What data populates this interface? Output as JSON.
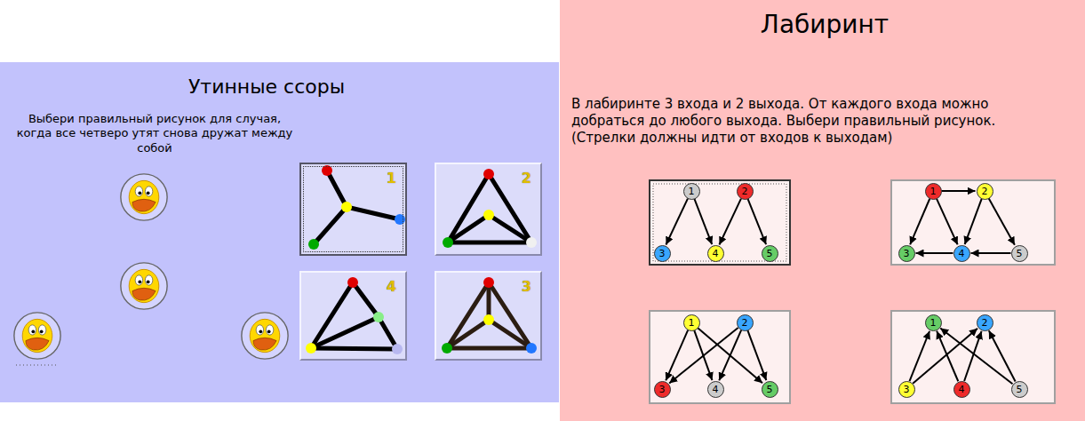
{
  "diagram": {
    "nodes": [
      {
        "text": [
          "1"
        ]
      },
      {
        "text": [
          "2"
        ]
      },
      {
        "text": [
          "4"
        ]
      },
      {
        "text": [
          "3"
        ]
      },
      {
        "text": [
          "1"
        ]
      },
      {
        "text": [
          "2"
        ]
      },
      {
        "text": [
          "3"
        ]
      },
      {
        "text": [
          "4"
        ]
      },
      {
        "text": [
          "5"
        ]
      },
      {
        "text": [
          "1"
        ]
      },
      {
        "text": [
          "2"
        ]
      },
      {
        "text": [
          "3"
        ]
      },
      {
        "text": [
          "4"
        ]
      },
      {
        "text": [
          "5"
        ]
      },
      {
        "text": [
          "1"
        ]
      },
      {
        "text": [
          "2"
        ]
      },
      {
        "text": [
          "3"
        ]
      },
      {
        "text": [
          "4"
        ]
      },
      {
        "text": [
          "5"
        ]
      },
      {
        "text": [
          "1"
        ]
      },
      {
        "text": [
          "2"
        ]
      },
      {
        "text": [
          "3"
        ]
      },
      {
        "text": [
          "4"
        ]
      },
      {
        "text": [
          "5"
        ]
      }
    ],
    "edges": [
      {
        "from": 4,
        "to": 6,
        "arrow": "to"
      },
      {
        "from": 4,
        "to": 7,
        "arrow": "to"
      },
      {
        "from": 5,
        "to": 7,
        "arrow": "to"
      },
      {
        "from": 5,
        "to": 8,
        "arrow": "to"
      },
      {
        "from": 9,
        "to": 10,
        "arrow": "to"
      },
      {
        "from": 9,
        "to": 11,
        "arrow": "to"
      },
      {
        "from": 9,
        "to": 12,
        "arrow": "to"
      },
      {
        "from": 10,
        "to": 12,
        "arrow": "to"
      },
      {
        "from": 10,
        "to": 13,
        "arrow": "to"
      },
      {
        "from": 12,
        "to": 11,
        "arrow": "to"
      },
      {
        "from": 13,
        "to": 12,
        "arrow": "to"
      },
      {
        "from": 14,
        "to": 16,
        "arrow": "to"
      },
      {
        "from": 14,
        "to": 17,
        "arrow": "to"
      },
      {
        "from": 14,
        "to": 18,
        "arrow": "to"
      },
      {
        "from": 15,
        "to": 16,
        "arrow": "to"
      },
      {
        "from": 15,
        "to": 17,
        "arrow": "to"
      },
      {
        "from": 15,
        "to": 18,
        "arrow": "to"
      },
      {
        "from": 21,
        "to": 19,
        "arrow": "to"
      },
      {
        "from": 21,
        "to": 20,
        "arrow": "to"
      },
      {
        "from": 22,
        "to": 19,
        "arrow": "to"
      },
      {
        "from": 22,
        "to": 20,
        "arrow": "to"
      },
      {
        "from": 23,
        "to": 19,
        "arrow": "to"
      },
      {
        "from": 23,
        "to": 20,
        "arrow": "to"
      }
    ],
    "labels": [
      "Утинные ссоры",
      "Выбери правильный рисунок для случая, когда все четверо утят снова дружат между собой",
      "Лабиринт",
      "В лабиринте 3 входа и 2 выхода. От каждого входа можно добраться до любого выхода. Выбери правильный рисунок. (Стрелки должны идти от входов к выходам)"
    ]
  }
}
